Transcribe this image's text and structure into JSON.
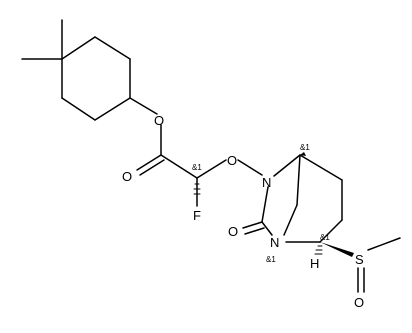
{
  "atoms": {
    "o_ester": "O",
    "o_carbonyl": "O",
    "o_ether": "O",
    "f": "F",
    "n_top": "N",
    "n_bottom": "N",
    "o_lactam": "O",
    "s": "S",
    "o_sulfoxide": "O",
    "h": "H"
  },
  "stereo_labels": {
    "alpha_carbon": "&1",
    "bridgehead_top": "&1",
    "bridgehead_bottom": "&1",
    "sulfur_carbon": "&1"
  }
}
